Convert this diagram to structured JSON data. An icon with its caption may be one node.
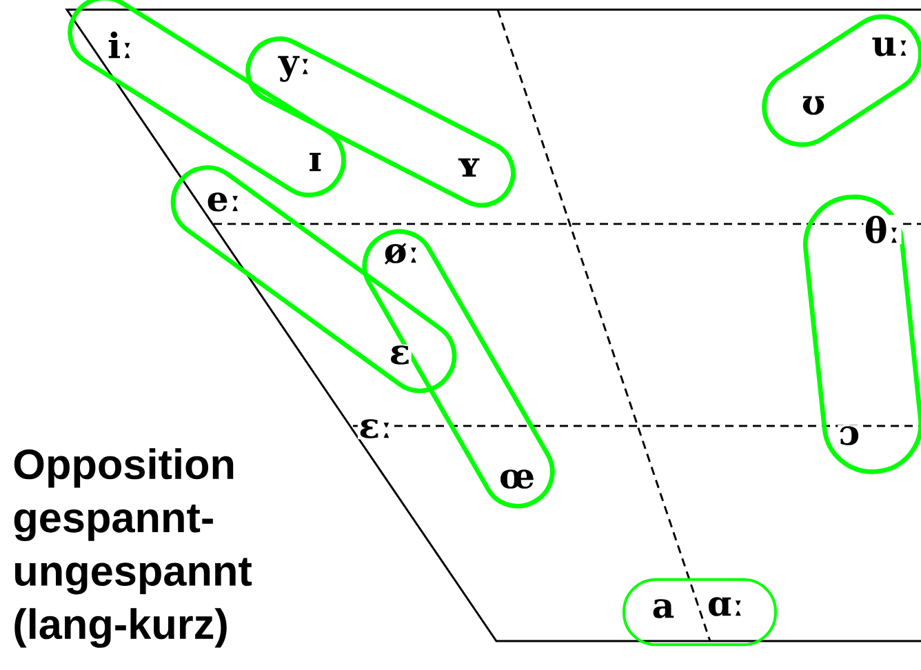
{
  "diagram": {
    "nodes": [
      {
        "text": [
          "iː",
          "ɪ"
        ]
      },
      {
        "text": [
          "yː",
          "ʏ"
        ]
      },
      {
        "text": [
          "eː",
          "ɛ"
        ]
      },
      {
        "text": [
          "øː",
          "œ"
        ]
      },
      {
        "text": [
          "uː",
          "ʊ"
        ]
      },
      {
        "text": [
          "θː",
          "ɔ"
        ]
      },
      {
        "text": [
          "a",
          "ɑː"
        ]
      }
    ],
    "labels": [
      "ɛː",
      "Opposition gespannt-ungespannt (lang-kurz)"
    ]
  }
}
